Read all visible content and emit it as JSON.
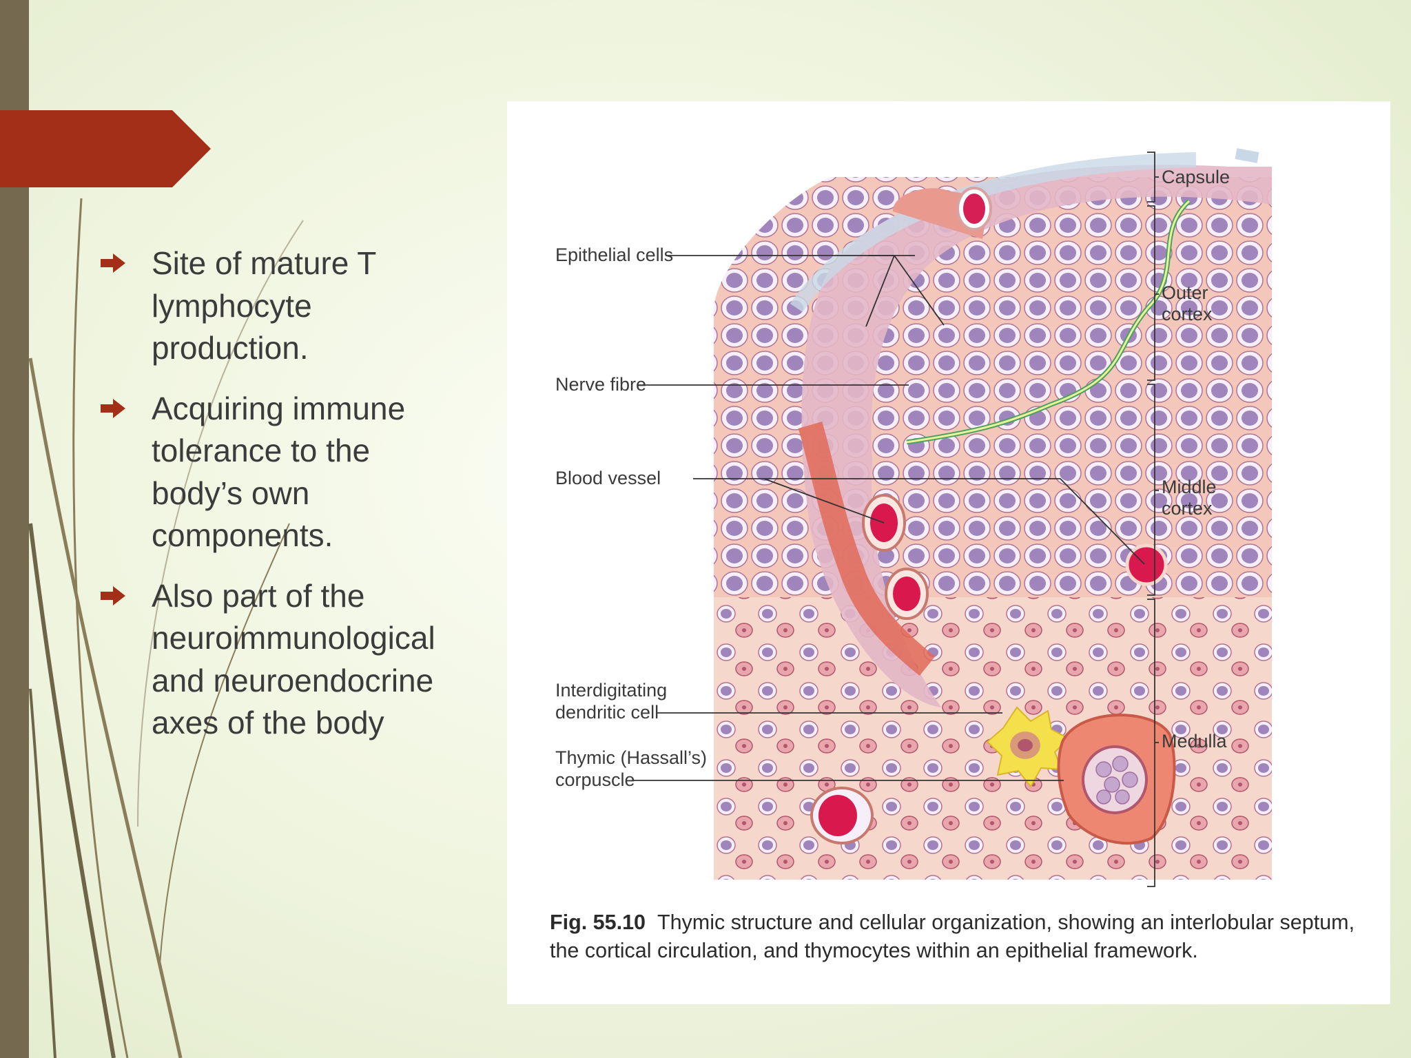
{
  "bullets": [
    "Site of mature T lymphocyte production.",
    "Acquiring immune tolerance to the body’s own components.",
    "Also part of the neuroimmunological and neuroendocrine axes of the body"
  ],
  "figure": {
    "labels": {
      "epithelial_cells": "Epithelial cells",
      "nerve_fibre": "Nerve fibre",
      "blood_vessel": "Blood vessel",
      "interdigitating_1": "Interdigitating",
      "interdigitating_2": "dendritic cell",
      "thymic_1": "Thymic (Hassall’s)",
      "thymic_2": "corpuscle",
      "capsule": "Capsule",
      "outer_1": "Outer",
      "outer_2": "cortex",
      "middle_1": "Middle",
      "middle_2": "cortex",
      "medulla": "Medulla"
    },
    "caption_number": "Fig. 55.10",
    "caption_text": "Thymic structure and cellular organization, showing an interlobular septum, the cortical circulation, and thymocytes within an epithelial framework."
  },
  "colors": {
    "bar": "#75694f",
    "accent": "#a42f19",
    "text": "#3b3b3b"
  }
}
